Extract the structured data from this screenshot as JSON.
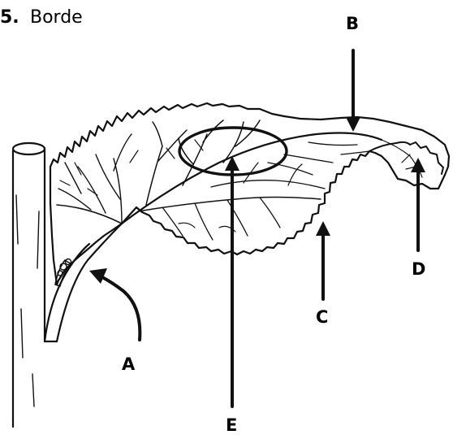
{
  "question": {
    "number": "5.",
    "title": "Borde"
  },
  "labels": {
    "a": "A",
    "b": "B",
    "c": "C",
    "d": "D",
    "e": "E"
  },
  "colors": {
    "ink": "#111111",
    "background": "#ffffff"
  }
}
